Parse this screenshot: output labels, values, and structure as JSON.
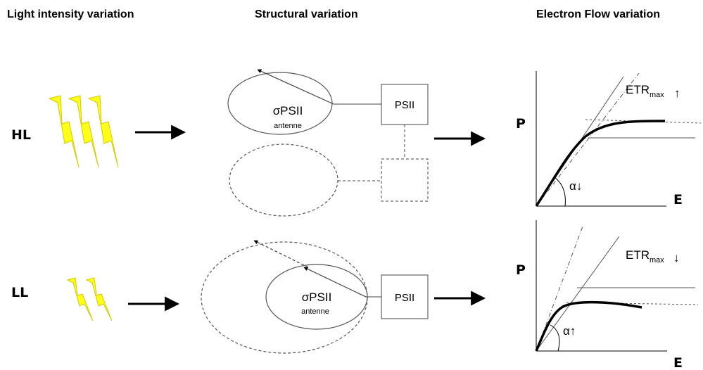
{
  "headers": {
    "light": "Light intensity variation",
    "structural": "Structural variation",
    "electron": "Electron Flow variation"
  },
  "conditions": {
    "high": "HL",
    "low": "LL"
  },
  "antenna": {
    "sigma_label": "σPSII",
    "sub_label": "antenne",
    "psii_label": "PSII"
  },
  "graphs": {
    "y_label": "P",
    "x_label": "E",
    "etr_main": "ETR",
    "etr_sub": "max",
    "top": {
      "etr_arrow": "↑",
      "alpha_label": "α↓"
    },
    "bottom": {
      "etr_arrow": "↓",
      "alpha_label": "α↑"
    }
  },
  "colors": {
    "bolt_fill": "#ffff1a",
    "bolt_stroke": "#d8c800",
    "line": "#000000",
    "ellipse_stroke": "#555555"
  },
  "icons": [
    "lightning-bolt-icon",
    "arrow-right-icon"
  ]
}
